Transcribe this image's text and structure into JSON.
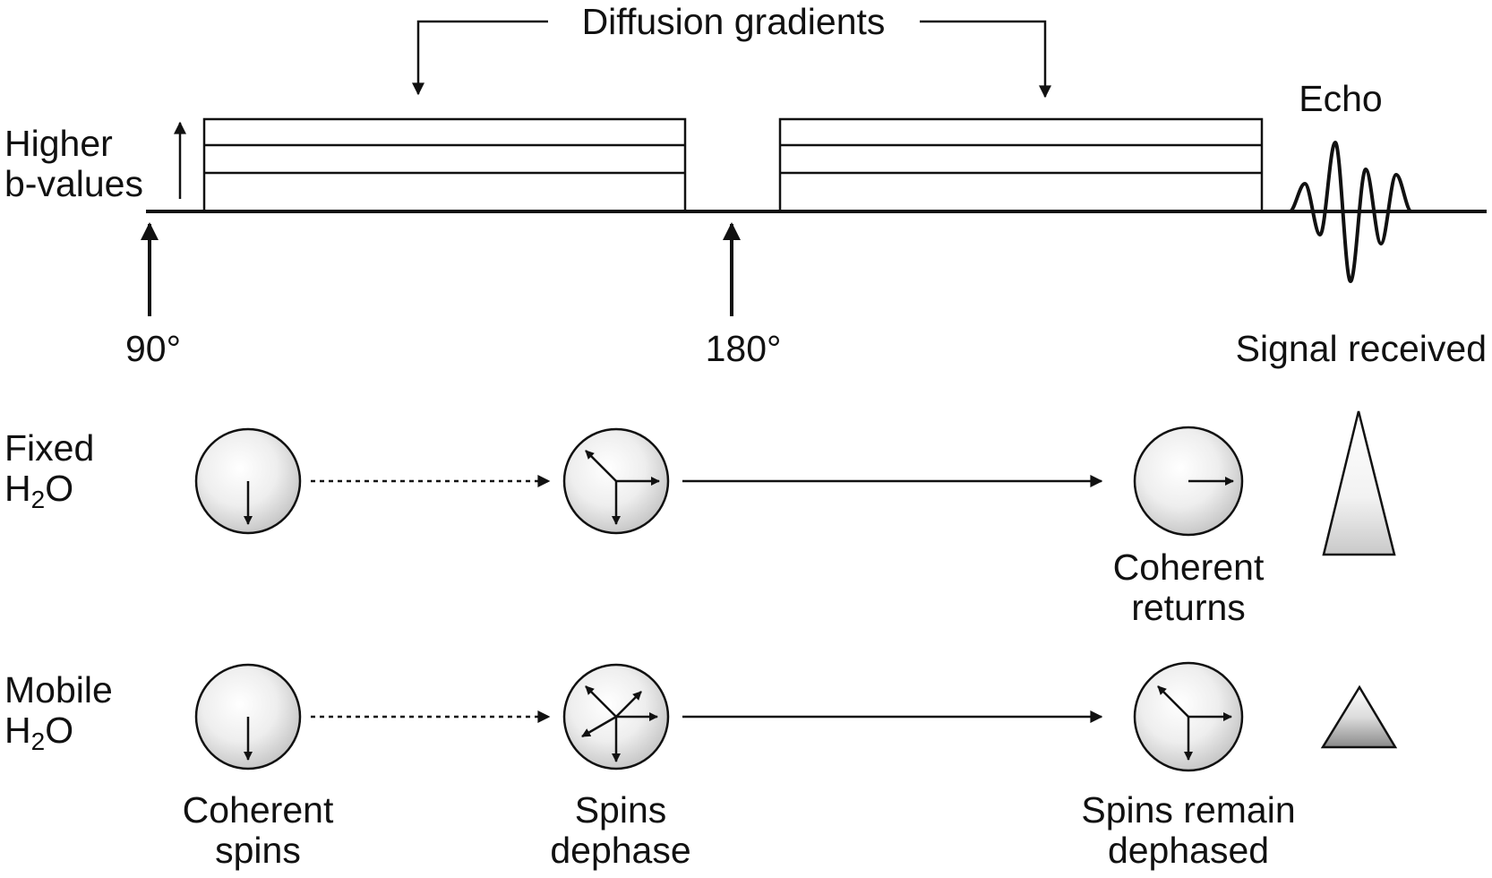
{
  "labels": {
    "diffusion_gradients": "Diffusion gradients",
    "echo": "Echo",
    "higher_b_line1": "Higher",
    "higher_b_line2": "b-values",
    "pulse_90": "90°",
    "pulse_180": "180°",
    "signal_received": "Signal received",
    "fixed_line1": "Fixed",
    "mobile_line1": "Mobile",
    "water_h": "H",
    "water_sub": "2",
    "water_o": "O",
    "coherent_returns_line1": "Coherent",
    "coherent_returns_line2": "returns",
    "coherent_spins_line1": "Coherent",
    "coherent_spins_line2": "spins",
    "spins_dephase_line1": "Spins",
    "spins_dephase_line2": "dephase",
    "spins_remain_line1": "Spins remain",
    "spins_remain_line2": "dephased"
  },
  "colors": {
    "ink": "#111111",
    "sphere_light": "#ffffff",
    "sphere_dark": "#c4c4c4"
  }
}
